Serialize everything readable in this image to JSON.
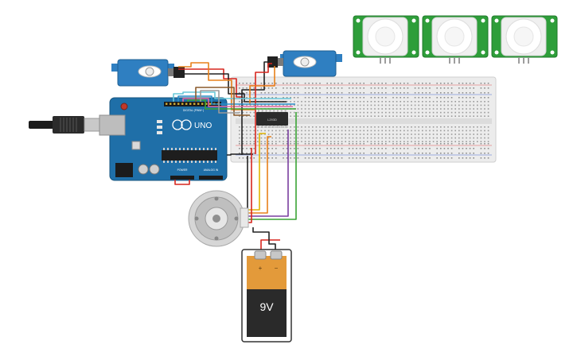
{
  "arduino": {
    "logo_text": "UNO",
    "header_label": "DIGITAL (PWM~)",
    "power_label": "POWER",
    "analog_label": "ANALOG IN"
  },
  "breadboard": {
    "chip_label": "L293D"
  },
  "battery": {
    "voltage_label": "9V",
    "plus_label": "+",
    "minus_label": "−"
  },
  "pir_sensors": {
    "count": 3
  },
  "servos": {
    "count": 2
  },
  "wire_colors": {
    "red": "#d7261e",
    "black": "#222222",
    "green": "#3aa335",
    "purple": "#7a3fa0",
    "orange": "#e8801a",
    "yellow": "#e0b400",
    "blue": "#2a8fc9",
    "cyan": "#69c8d9",
    "brown": "#8a5a2b",
    "pink": "#e36aa0",
    "gray": "#9a9a9a"
  },
  "colors": {
    "arduino_board": "#1f6fa8",
    "pir_board": "#2e9e3a",
    "servo_body": "#2f7fc1",
    "breadboard": "#ececec",
    "battery_body": "#2a2a2a",
    "battery_top": "#e39a3a"
  }
}
